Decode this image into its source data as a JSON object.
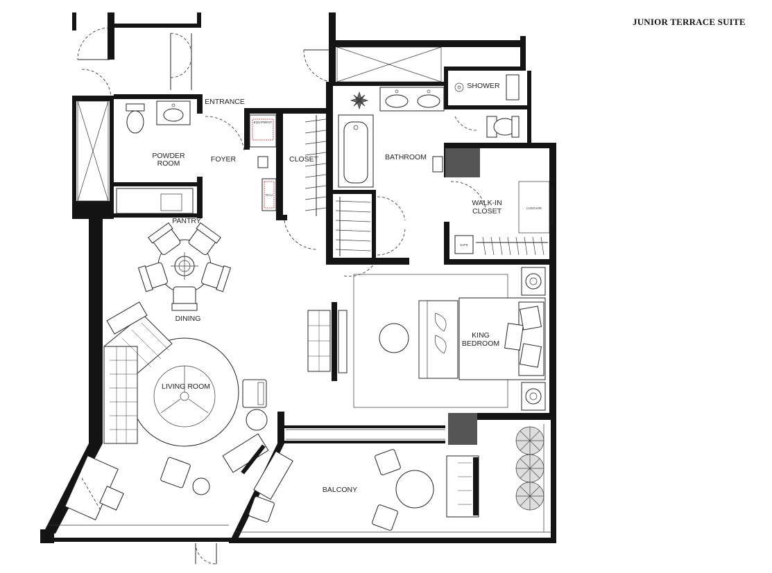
{
  "title": "JUNIOR TERRACE SUITE",
  "rooms": {
    "entrance": "ENTRANCE",
    "powder_1": "POWDER",
    "powder_2": "ROOM",
    "foyer": "FOYER",
    "closet": "CLOSET",
    "bathroom": "BATHROOM",
    "shower": "SHOWER",
    "walkin_1": "WALK-IN",
    "walkin_2": "CLOSET",
    "pantry": "PANTRY",
    "dining": "DINING",
    "living": "LIVING ROOM",
    "bedroom_1": "KING",
    "bedroom_2": "BEDROOM",
    "balcony": "BALCONY"
  },
  "fixtures": {
    "equipment": "EQUIPMENT",
    "rcu": "RCU",
    "luggage": "LUGGAGE",
    "safe": "SAFE"
  }
}
